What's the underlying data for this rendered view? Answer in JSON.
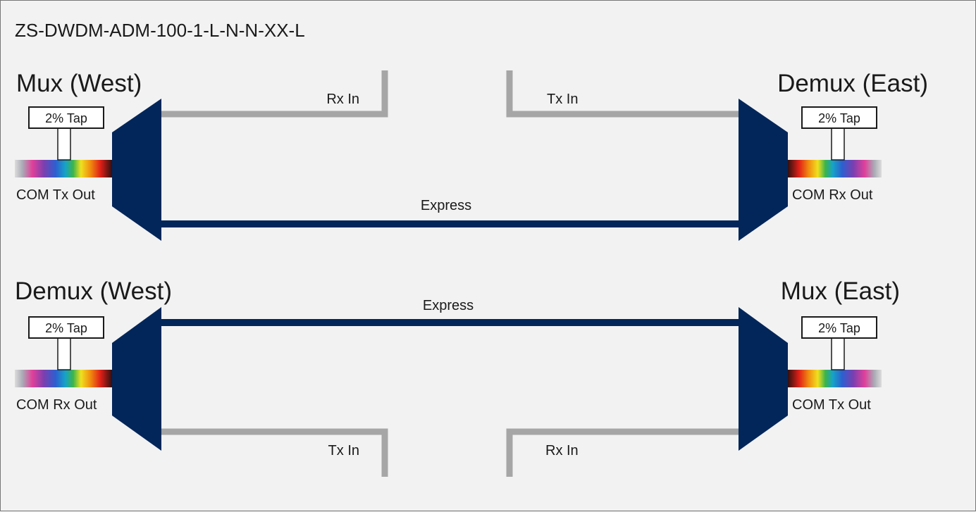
{
  "title": "ZS-DWDM-ADM-100-1-L-N-N-XX-L",
  "colors": {
    "background": "#f2f2f2",
    "block": "#022659",
    "express_line": "#022659",
    "add_drop_line": "#a6a6a6"
  },
  "top": {
    "left_block_label": "Mux (West)",
    "right_block_label": "Demux (East)",
    "left_tap_label": "2% Tap",
    "right_tap_label": "2% Tap",
    "left_com_label": "COM Tx Out",
    "right_com_label": "COM Rx Out",
    "left_port_label": "Rx In",
    "right_port_label": "Tx In",
    "express_label": "Express"
  },
  "bottom": {
    "left_block_label": "Demux (West)",
    "right_block_label": "Mux (East)",
    "left_tap_label": "2% Tap",
    "right_tap_label": "2% Tap",
    "left_com_label": "COM Rx Out",
    "right_com_label": "COM Tx Out",
    "left_port_label": "Tx In",
    "right_port_label": "Rx In",
    "express_label": "Express"
  }
}
